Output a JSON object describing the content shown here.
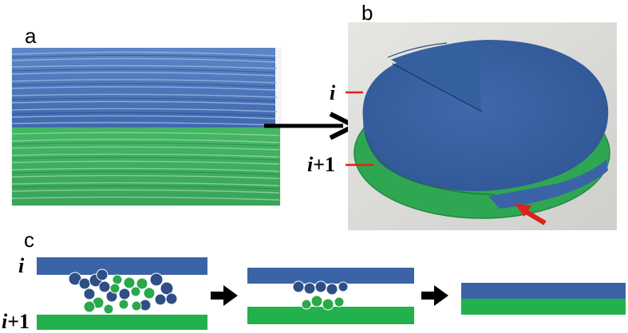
{
  "panels": {
    "a": {
      "letter": "a"
    },
    "b": {
      "letter": "b"
    },
    "c": {
      "letter": "c"
    }
  },
  "layer_labels": {
    "top": "i",
    "bottom_var": "i",
    "bottom_suffix": "+1"
  },
  "colors": {
    "blue_layer": "#3a64a6",
    "green_layer": "#22b14c",
    "blue_particle": "#2e4f86",
    "green_particle": "#2aa84a",
    "arrow": "#000000",
    "indicator": "#e0201a"
  }
}
